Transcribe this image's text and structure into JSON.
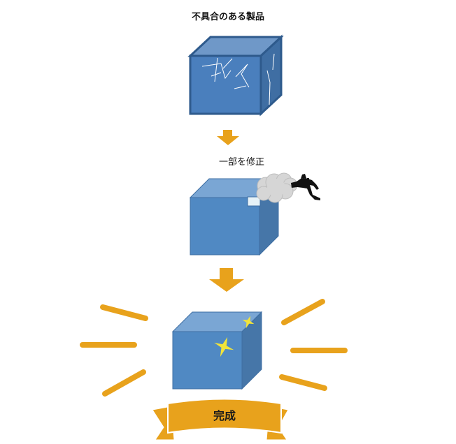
{
  "title": "不具合のある製品",
  "step_label": "一部を修正",
  "result_label": "完成",
  "colors": {
    "cube_front": "#4f87c2",
    "cube_top": "#7aa6d4",
    "cube_side": "#3f6fa3",
    "defect_border": "#2e5a8c",
    "arrow": "#e8a21c",
    "ray": "#e8a21c",
    "sparkle": "#f2e43a",
    "ribbon": "#e8a21c",
    "smoke": "#d4d4d4"
  },
  "icons": [
    "down-arrow-icon",
    "spray-gun-icon",
    "smoke-cloud-icon",
    "sparkle-icon",
    "ribbon-banner-icon"
  ]
}
